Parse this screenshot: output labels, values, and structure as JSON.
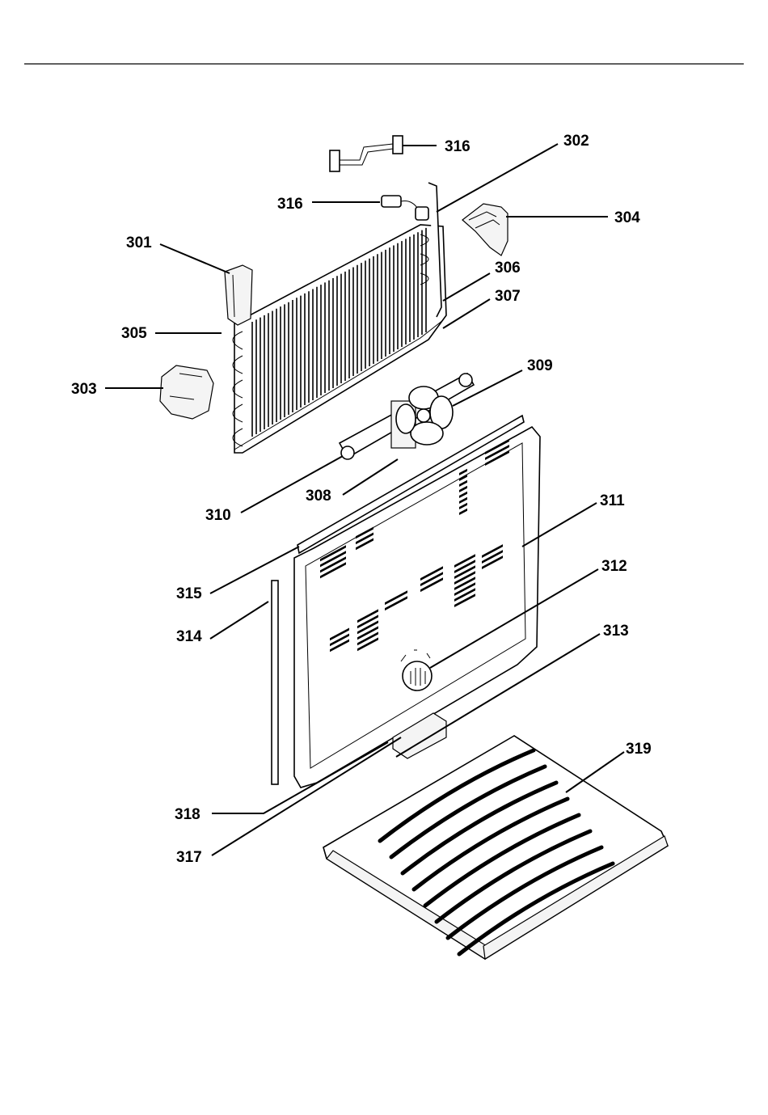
{
  "callouts": {
    "c316a": "316",
    "c302": "302",
    "c316b": "316",
    "c304": "304",
    "c301": "301",
    "c306": "306",
    "c307": "307",
    "c305": "305",
    "c303": "303",
    "c309": "309",
    "c310": "310",
    "c308": "308",
    "c311": "311",
    "c312": "312",
    "c315": "315",
    "c314": "314",
    "c313": "313",
    "c319": "319",
    "c318": "318",
    "c317": "317"
  }
}
